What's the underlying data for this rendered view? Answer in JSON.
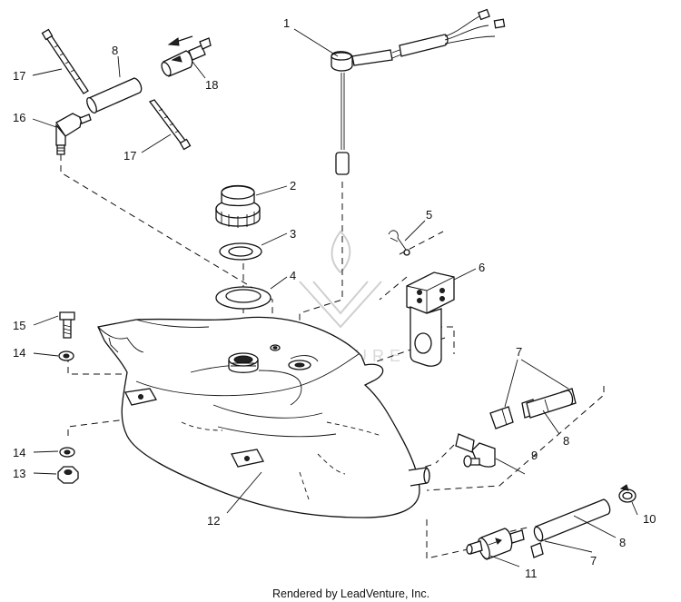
{
  "diagram": {
    "watermark": {
      "text": "LEADVENTURE"
    },
    "footer": "Rendered by LeadVenture, Inc.",
    "callouts": [
      {
        "id": "c1",
        "label": "1"
      },
      {
        "id": "c2",
        "label": "2"
      },
      {
        "id": "c3",
        "label": "3"
      },
      {
        "id": "c4",
        "label": "4"
      },
      {
        "id": "c5",
        "label": "5"
      },
      {
        "id": "c6",
        "label": "6"
      },
      {
        "id": "c7a",
        "label": "7"
      },
      {
        "id": "c7b",
        "label": "7"
      },
      {
        "id": "c8a",
        "label": "8"
      },
      {
        "id": "c8b",
        "label": "8"
      },
      {
        "id": "c8c",
        "label": "8"
      },
      {
        "id": "c9",
        "label": "9"
      },
      {
        "id": "c10",
        "label": "10"
      },
      {
        "id": "c11",
        "label": "11"
      },
      {
        "id": "c12",
        "label": "12"
      },
      {
        "id": "c13",
        "label": "13"
      },
      {
        "id": "c14a",
        "label": "14"
      },
      {
        "id": "c14b",
        "label": "14"
      },
      {
        "id": "c15",
        "label": "15"
      },
      {
        "id": "c16",
        "label": "16"
      },
      {
        "id": "c17a",
        "label": "17"
      },
      {
        "id": "c17b",
        "label": "17"
      },
      {
        "id": "c18",
        "label": "18"
      }
    ]
  }
}
